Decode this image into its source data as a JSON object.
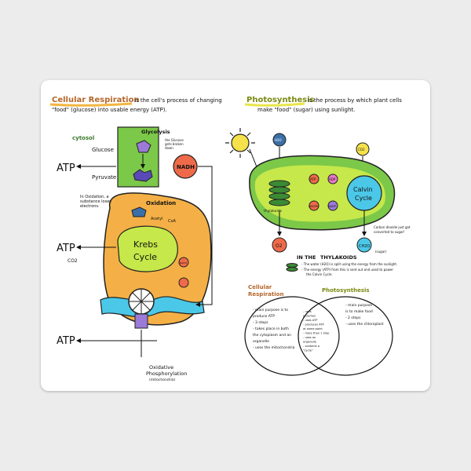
{
  "left": {
    "title": "Cellular Respiration",
    "title_rest_1": "is the cell's process of changing",
    "title_rest_2": "\"food\" (glucose) into usable energy (ATP).",
    "cytosol": "cytosol",
    "glycolysis": "Glycolysis",
    "glycolysis_note_1": "the Glucose",
    "glycolysis_note_2": "gets broken",
    "glycolysis_note_3": "down",
    "glucose": "Glucose",
    "pyruvate": "Pyruvate",
    "nadh": "NADH",
    "atp": "ATP",
    "co2": "CO2",
    "oxidation": "Oxidation",
    "oxidation_note_1": "In Oxidation, a",
    "oxidation_note_2": "substance loses",
    "oxidation_note_3": "electrons.",
    "acetyl": "Acetyl",
    "coa": "CoA",
    "krebs_1": "Krebs",
    "krebs_2": "Cycle",
    "small_nadh": "NADH",
    "oxphos_1": "Oxidative",
    "oxphos_2": "Phosphorylation",
    "oxphos_3": "(mitochondria)"
  },
  "right": {
    "title": "Photosynthesis",
    "title_rest_1": "is the process by which plant cells",
    "title_rest_2": "make \"food\" (sugar) using sunlight.",
    "h2o": "H2O",
    "co2": "CO2",
    "thylakoids_label": "thylakoids",
    "atp": "ATP",
    "adp": "ADP",
    "nadph": "NADPH",
    "nadp": "NADP",
    "calvin_1": "Calvin",
    "calvin_2": "Cycle",
    "o2": "O2",
    "ch2o": "CH2O",
    "sugar": "(sugar)",
    "carbon_note_1": "Carbon dioxide just got",
    "carbon_note_2": "converted to sugar!",
    "in_the": "IN THE",
    "thylakoids": "THYLAKOIDS",
    "thy_note_1": "- The water (H2O) is split using the energy from the sunlight.",
    "thy_note_2": "- The energy (ATP) from this is sent out and used to power",
    "thy_note_3": "the Calvin Cycle."
  },
  "venn": {
    "left_title_1": "Cellular",
    "left_title_2": "Respiration",
    "right_title": "Photosynthesis",
    "left_items": [
      "- main purpose is to",
      "produce ATP",
      "- 3 steps",
      "- takes place in both",
      "the cytoplasm and an",
      "organelle",
      "- uses the mitochondria"
    ],
    "middle_items": [
      "- uses",
      "enzymes",
      "- uses ATP",
      "- produces ATP",
      "at some point",
      "- more than 1 step",
      "- uses an",
      "organelle",
      "- contains a",
      "\"cycle\""
    ],
    "right_items": [
      "- main purpose",
      "is to make food",
      "- 2 steps",
      "- uses the chloroplast"
    ]
  },
  "colors": {
    "orange": "#f4b046",
    "green": "#7cc849",
    "lime": "#c6e84a",
    "purple": "#9b7ad8",
    "red": "#ef6a4a",
    "cyan": "#4bc8e8",
    "yellow": "#f5e24a"
  }
}
